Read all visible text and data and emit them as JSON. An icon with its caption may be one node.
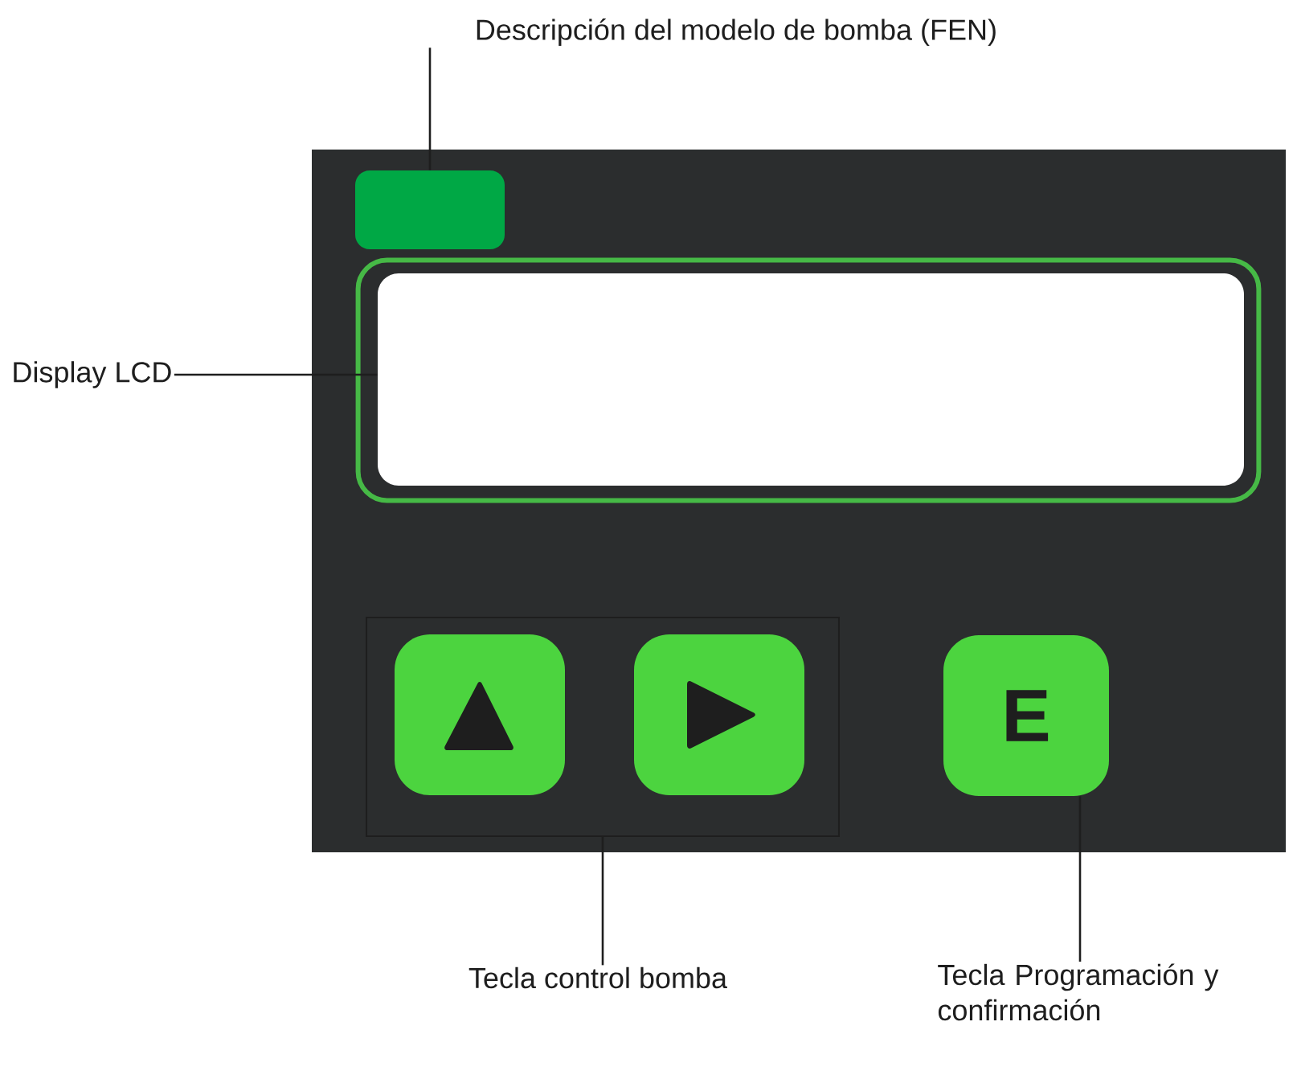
{
  "diagram": {
    "nodes": [
      {
        "text": [
          "Descripción del modelo de bomba (FEN)"
        ]
      },
      {
        "text": [],
        "shape": "box"
      },
      {
        "text": [
          "Display LCD"
        ]
      },
      {
        "text": [],
        "shape": "box"
      },
      {
        "text": [],
        "shape": "box"
      },
      {
        "text": [],
        "shape": "box",
        "in": 4
      },
      {
        "text": [],
        "shape": "box",
        "in": 4
      },
      {
        "text": [
          "E"
        ]
      },
      {
        "text": [
          "Tecla control bomba"
        ]
      },
      {
        "text": [
          "Tecla Programación y confirmación"
        ]
      }
    ],
    "edges": [
      {
        "from": 0,
        "to": 1,
        "arrow": "none"
      },
      {
        "from": 2,
        "to": 3,
        "arrow": "none"
      },
      {
        "from": 8,
        "to": 4,
        "arrow": "none"
      },
      {
        "from": 9,
        "to": 7,
        "arrow": "none"
      }
    ]
  }
}
